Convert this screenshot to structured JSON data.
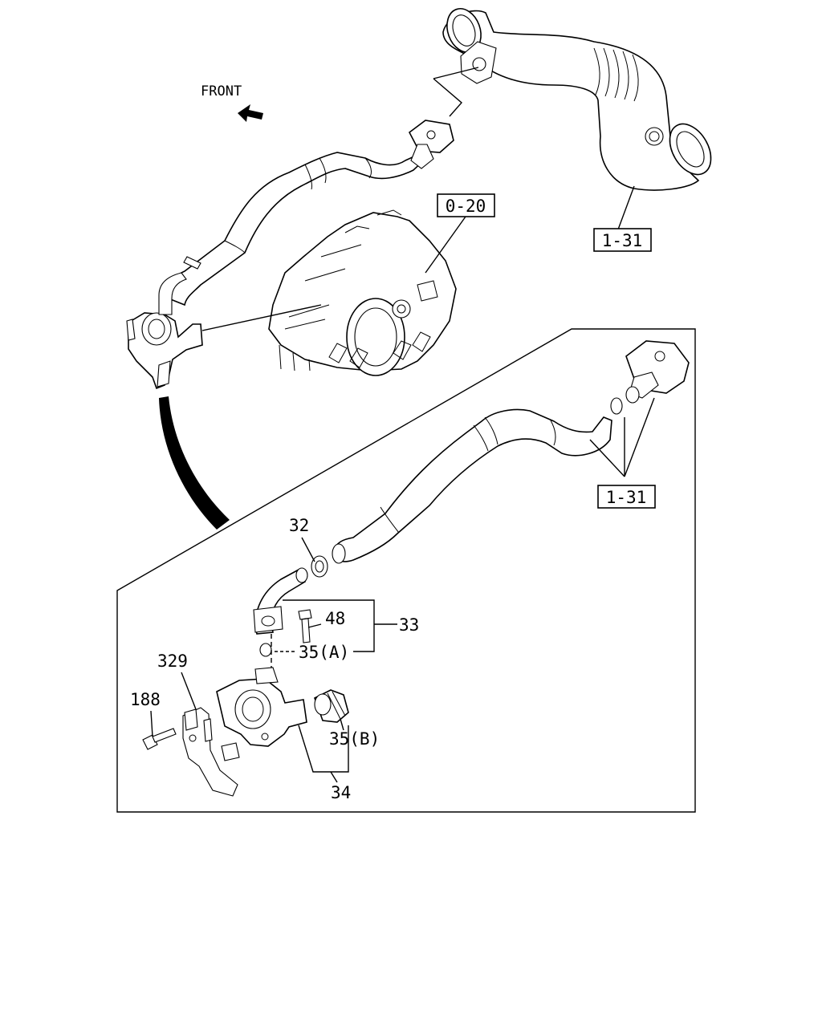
{
  "front_indicator": {
    "label": "FRONT"
  },
  "references": {
    "engine_housing": "0-20",
    "hose_top": "1-31",
    "hose_detail": "1-31"
  },
  "callouts": {
    "clamp": "32",
    "pipe_assembly": "33",
    "bolt_pipe": "48",
    "oring_a": "35(A)",
    "housing": "329",
    "bolt_housing": "188",
    "oring_b": "35(B)",
    "outlet": "34"
  }
}
